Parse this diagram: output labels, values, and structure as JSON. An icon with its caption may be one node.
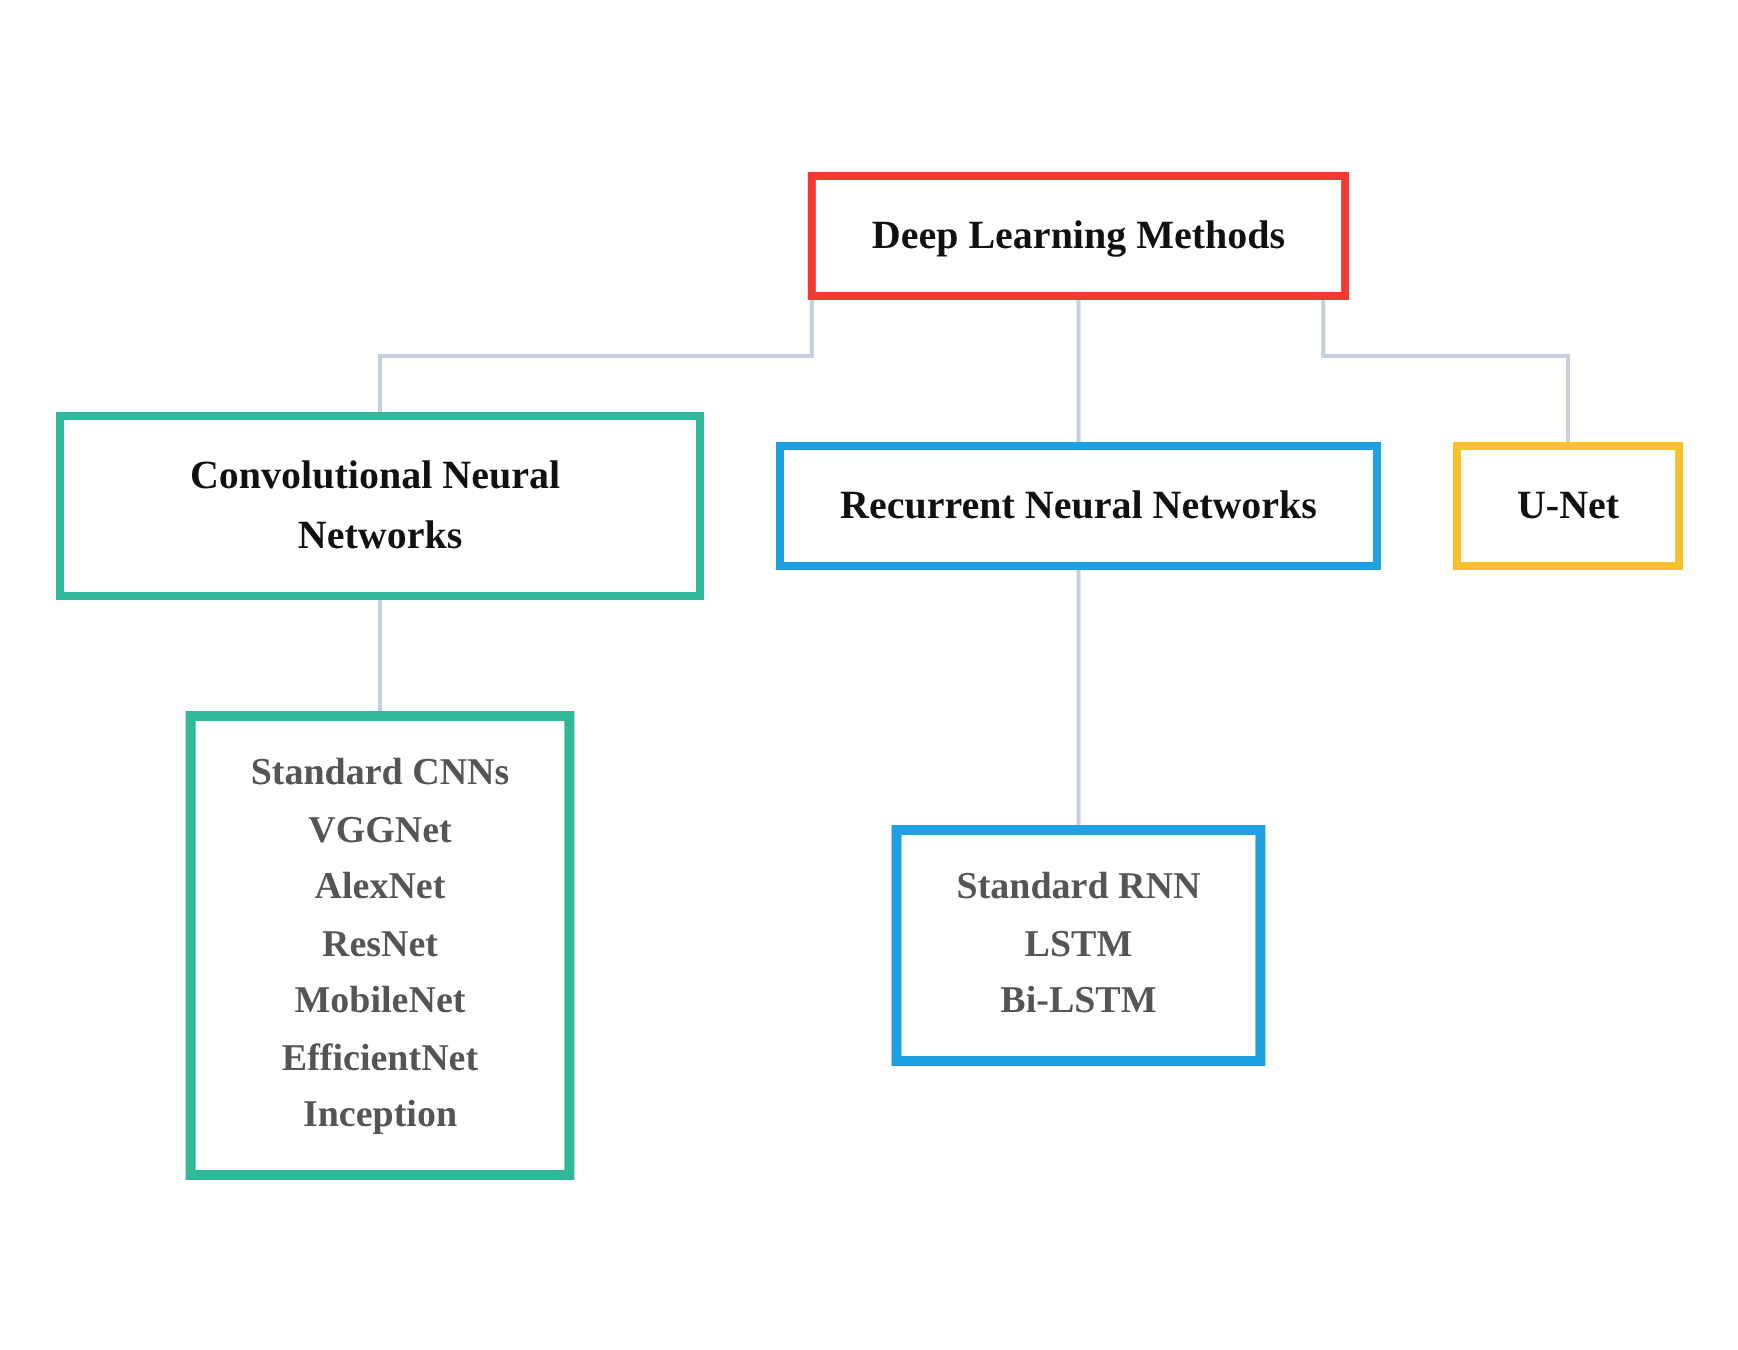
{
  "diagram": {
    "nodes": [
      {
        "text": [
          "Deep Learning Methods"
        ]
      },
      {
        "text": [
          "Convolutional Neural Networks"
        ]
      },
      {
        "text": [
          "Recurrent Neural Networks"
        ]
      },
      {
        "text": [
          "U-Net"
        ]
      },
      {
        "text": [
          "Standard CNNs",
          "VGGNet",
          "AlexNet",
          "ResNet",
          "MobileNet",
          "EfficientNet",
          "Inception"
        ]
      },
      {
        "text": [
          "Standard RNN",
          "LSTM",
          "Bi-LSTM"
        ]
      }
    ],
    "edges": [
      {
        "from": 0,
        "to": 1,
        "arrow": "none"
      },
      {
        "from": 0,
        "to": 2,
        "arrow": "none"
      },
      {
        "from": 0,
        "to": 3,
        "arrow": "none"
      },
      {
        "from": 1,
        "to": 4,
        "arrow": "none"
      },
      {
        "from": 2,
        "to": 5,
        "arrow": "none"
      }
    ]
  }
}
